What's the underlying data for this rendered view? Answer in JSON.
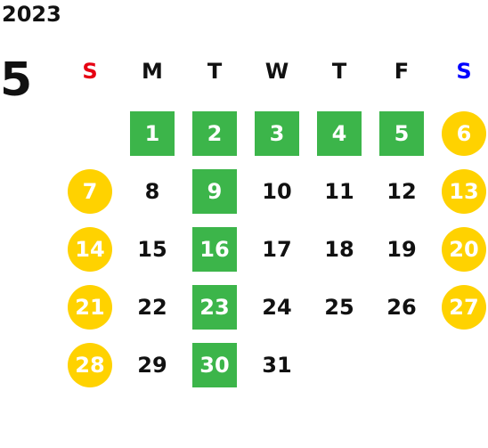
{
  "year": "2023",
  "month": "5",
  "colors": {
    "sunday_label": "#e60012",
    "saturday_label": "#0000ff",
    "holiday_bg": "#3cb54a",
    "weekend_bg": "#ffd200",
    "text": "#111111"
  },
  "weekdays": [
    "S",
    "M",
    "T",
    "W",
    "T",
    "F",
    "S"
  ],
  "weeks": [
    [
      {
        "d": "",
        "type": "empty"
      },
      {
        "d": "1",
        "type": "holiday"
      },
      {
        "d": "2",
        "type": "holiday"
      },
      {
        "d": "3",
        "type": "holiday"
      },
      {
        "d": "4",
        "type": "holiday"
      },
      {
        "d": "5",
        "type": "holiday"
      },
      {
        "d": "6",
        "type": "weekend"
      }
    ],
    [
      {
        "d": "7",
        "type": "weekend"
      },
      {
        "d": "8",
        "type": "normal"
      },
      {
        "d": "9",
        "type": "holiday"
      },
      {
        "d": "10",
        "type": "normal"
      },
      {
        "d": "11",
        "type": "normal"
      },
      {
        "d": "12",
        "type": "normal"
      },
      {
        "d": "13",
        "type": "weekend"
      }
    ],
    [
      {
        "d": "14",
        "type": "weekend"
      },
      {
        "d": "15",
        "type": "normal"
      },
      {
        "d": "16",
        "type": "holiday"
      },
      {
        "d": "17",
        "type": "normal"
      },
      {
        "d": "18",
        "type": "normal"
      },
      {
        "d": "19",
        "type": "normal"
      },
      {
        "d": "20",
        "type": "weekend"
      }
    ],
    [
      {
        "d": "21",
        "type": "weekend"
      },
      {
        "d": "22",
        "type": "normal"
      },
      {
        "d": "23",
        "type": "holiday"
      },
      {
        "d": "24",
        "type": "normal"
      },
      {
        "d": "25",
        "type": "normal"
      },
      {
        "d": "26",
        "type": "normal"
      },
      {
        "d": "27",
        "type": "weekend"
      }
    ],
    [
      {
        "d": "28",
        "type": "weekend"
      },
      {
        "d": "29",
        "type": "normal"
      },
      {
        "d": "30",
        "type": "holiday"
      },
      {
        "d": "31",
        "type": "normal"
      },
      {
        "d": "",
        "type": "empty"
      },
      {
        "d": "",
        "type": "empty"
      },
      {
        "d": "",
        "type": "empty"
      }
    ]
  ]
}
